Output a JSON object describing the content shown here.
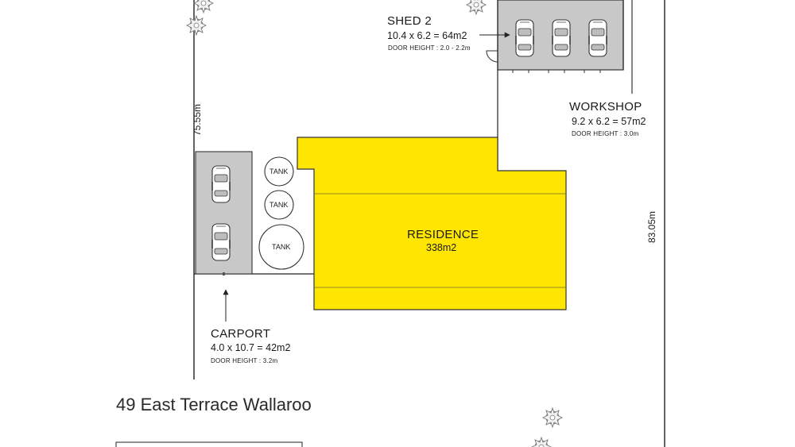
{
  "shed2": {
    "name": "SHED 2",
    "dims": "10.4 x 6.2 = 64m2",
    "door": "DOOR HEIGHT : 2.0 - 2.2m"
  },
  "workshop": {
    "name": "WORKSHOP",
    "dims": "9.2 x 6.2 = 57m2",
    "door": "DOOR HEIGHT : 3.0m"
  },
  "residence": {
    "name": "RESIDENCE",
    "area": "338m2"
  },
  "carport": {
    "name": "CARPORT",
    "dims": "4.0  x 10.7 = 42m2",
    "door": "DOOR HEIGHT : 3.2m"
  },
  "tanks": [
    "TANK",
    "TANK",
    "TANK"
  ],
  "boundary": {
    "left_length": "75.55m",
    "right_length": "83.05m"
  },
  "address": "49 East Terrace Wallaroo",
  "colors": {
    "residence_fill": "#ffe600",
    "outbuilding_fill": "#c8c8c8",
    "line": "#222222"
  },
  "icons": [
    "tree-icon",
    "car-icon"
  ]
}
